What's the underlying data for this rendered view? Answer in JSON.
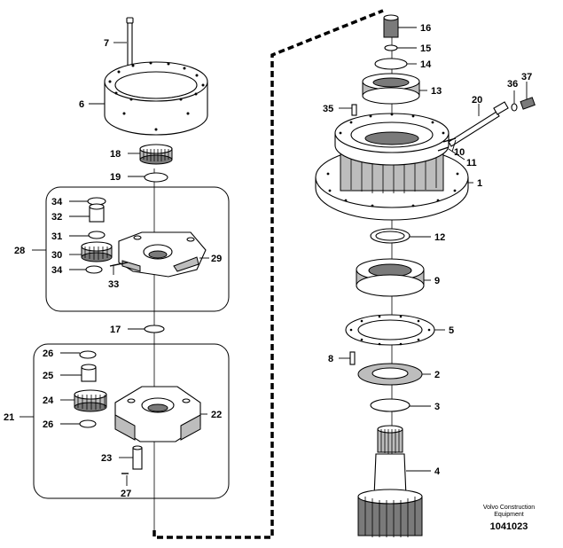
{
  "diagram": {
    "brand_line1": "Volvo Construction",
    "brand_line2": "Equipment",
    "drawing_number": "1041023",
    "callouts": {
      "p1": "1",
      "p2": "2",
      "p3": "3",
      "p4": "4",
      "p5": "5",
      "p6": "6",
      "p7": "7",
      "p8": "8",
      "p9": "9",
      "p10": "10",
      "p11": "11",
      "p12": "12",
      "p13": "13",
      "p14": "14",
      "p15": "15",
      "p16": "16",
      "p17": "17",
      "p18": "18",
      "p19": "19",
      "p20": "20",
      "p21": "21",
      "p22": "22",
      "p23": "23",
      "p24": "24",
      "p25": "25",
      "p26a": "26",
      "p26b": "26",
      "p27": "27",
      "p28": "28",
      "p29": "29",
      "p30": "30",
      "p31": "31",
      "p32": "32",
      "p33": "33",
      "p34a": "34",
      "p34b": "34",
      "p35": "35",
      "p36": "36",
      "p37": "37"
    }
  }
}
